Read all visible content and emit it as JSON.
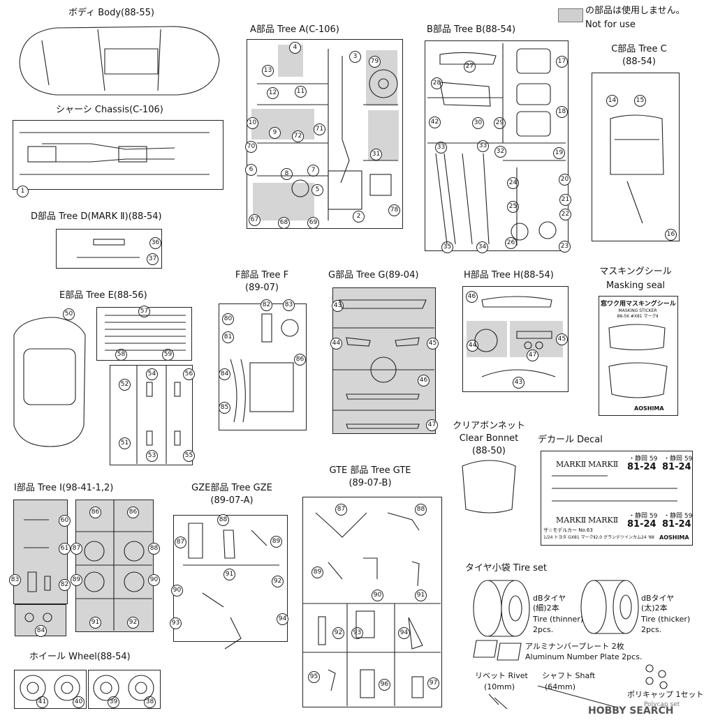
{
  "legend": {
    "jp": "の部品は使用しません。",
    "en": "Not for use"
  },
  "trees": {
    "body": {
      "title": "ボディ Body(88-55)"
    },
    "chassis": {
      "title": "シャーシ Chassis(C-106)"
    },
    "a": {
      "title": "A部品 Tree A(C-106)"
    },
    "b": {
      "title": "B部品 Tree B(88-54)"
    },
    "c": {
      "title": "C部品 Tree C",
      "code": "(88-54)"
    },
    "d": {
      "title": "D部品 Tree D(MARK Ⅱ)(88-54)"
    },
    "e": {
      "title": "E部品 Tree E(88-56)"
    },
    "f": {
      "title": "F部品 Tree F",
      "code": "(89-07)"
    },
    "g": {
      "title": "G部品 Tree G(89-04)"
    },
    "h": {
      "title": "H部品 Tree H(88-54)"
    },
    "mask": {
      "title_jp": "マスキングシール",
      "title_en": "Masking seal",
      "sheet_title": "窓ワク用マスキングシール",
      "sheet_sub": "MASKING STICKER",
      "sheet_code": "88-56 #X81 マークⅡ",
      "brand": "AOSHIMA"
    },
    "i": {
      "title": "I部品 Tree I(98-41-1,2)"
    },
    "gze": {
      "title": "GZE部品 Tree GZE",
      "code": "(89-07-A)"
    },
    "gte": {
      "title": "GTE 部品 Tree GTE",
      "code": "(89-07-B)"
    },
    "bonnet": {
      "title_jp": "クリアボンネット",
      "title_en": "Clear Bonnet",
      "code": "(88-50)"
    },
    "decal": {
      "title": "デカール Decal",
      "mark": "MARKⅡ",
      "plate": "81-24",
      "plate_top": "・静岡 59",
      "series": "ザ☆モデルカー No.63",
      "caption": "1/24 トヨタ GX81 マークⅡ2.0 グランデツインカム24 '88",
      "brand": "AOSHIMA"
    },
    "wheel": {
      "title": "ホイール Wheel(88-54)"
    },
    "tire": {
      "title": "タイヤ小袋  Tire set",
      "thin_jp": "dBタイヤ",
      "thin_jp2": "(細)2本",
      "thin_en": "Tire (thinner)",
      "thin_qty": "2pcs.",
      "thick_jp": "dBタイヤ",
      "thick_jp2": "(太)2本",
      "thick_en": "Tire (thicker)",
      "thick_qty": "2pcs.",
      "plate_jp": "アルミナンバープレート 2枚",
      "plate_en": "Aluminum Number Plate 2pcs.",
      "rivet": "リベット Rivet",
      "rivet_size": "(10mm)",
      "shaft": "シャフト Shaft",
      "shaft_size": "(64mm)",
      "polycap": "ポリキャップ 1セット",
      "polycap_en": "Polycap set"
    }
  },
  "part_numbers": {
    "chassis": [
      "1"
    ],
    "a": [
      "4",
      "3",
      "13",
      "12",
      "11",
      "79",
      "10",
      "9",
      "72",
      "71",
      "70",
      "31",
      "6",
      "8",
      "7",
      "5",
      "67",
      "68",
      "69",
      "2",
      "78"
    ],
    "b": [
      "27",
      "17",
      "28",
      "18",
      "42",
      "30",
      "29",
      "33",
      "33",
      "32",
      "19",
      "24",
      "20",
      "21",
      "25",
      "22",
      "35",
      "34",
      "26",
      "23"
    ],
    "c": [
      "14",
      "15",
      "16"
    ],
    "d": [
      "36",
      "37"
    ],
    "e": [
      "50",
      "57",
      "58",
      "59",
      "52",
      "54",
      "56",
      "51",
      "53",
      "55"
    ],
    "f": [
      "82",
      "83",
      "80",
      "81",
      "86",
      "84",
      "85"
    ],
    "g": [
      "43",
      "44",
      "45",
      "46",
      "47"
    ],
    "h": [
      "46",
      "44",
      "45",
      "47",
      "43"
    ],
    "i": [
      "86",
      "86",
      "60",
      "87",
      "61",
      "88",
      "83",
      "82",
      "89",
      "90",
      "91",
      "92",
      "84"
    ],
    "gze": [
      "88",
      "87",
      "89",
      "91",
      "92",
      "90",
      "93",
      "94"
    ],
    "gte": [
      "87",
      "88",
      "89",
      "90",
      "91",
      "92",
      "93",
      "94",
      "95",
      "96",
      "97"
    ],
    "wheel": [
      "41",
      "40",
      "39",
      "38"
    ]
  },
  "watermark": "HOBBY SEARCH",
  "colors": {
    "unused": "#d5d5d5",
    "line": "#222222"
  }
}
